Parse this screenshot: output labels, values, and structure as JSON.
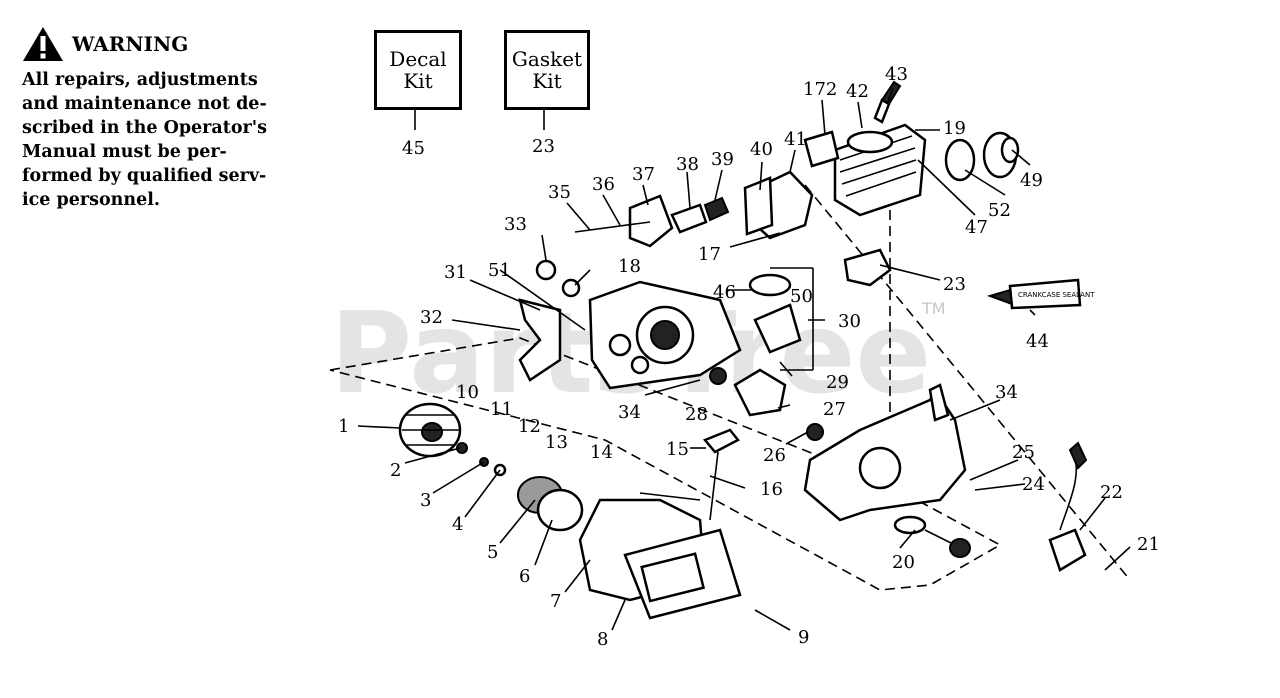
{
  "warning": {
    "title": "WARNING",
    "lines": [
      "All repairs, adjustments",
      "and maintenance not de-",
      "scribed in the Operator's",
      "Manual must be per-",
      "formed by qualified serv-",
      "ice personnel."
    ]
  },
  "kits": {
    "decal": {
      "line1": "Decal",
      "line2": "Kit",
      "number": "45"
    },
    "gasket": {
      "line1": "Gasket",
      "line2": "Kit",
      "number": "23"
    }
  },
  "watermark": {
    "text": "PartsTree",
    "tm": "TM"
  },
  "sealant_label": "CRANKCASE SEALANT",
  "callouts": {
    "c1": "1",
    "c2": "2",
    "c3": "3",
    "c4": "4",
    "c5": "5",
    "c6": "6",
    "c7": "7",
    "c8": "8",
    "c9": "9",
    "c10": "10",
    "c11": "11",
    "c12": "12",
    "c13": "13",
    "c14": "14",
    "c15": "15",
    "c16": "16",
    "c17": "17",
    "c18": "18",
    "c19": "19",
    "c20": "20",
    "c21": "21",
    "c22": "22",
    "c23": "23",
    "c24": "24",
    "c25": "25",
    "c26": "26",
    "c27": "27",
    "c28": "28",
    "c29": "29",
    "c30": "30",
    "c31": "31",
    "c32": "32",
    "c33": "33",
    "c34a": "34",
    "c34b": "34",
    "c35": "35",
    "c36": "36",
    "c37": "37",
    "c38": "38",
    "c39": "39",
    "c40": "40",
    "c41": "41",
    "c42": "42",
    "c43": "43",
    "c44": "44",
    "c46": "46",
    "c47": "47",
    "c49": "49",
    "c50": "50",
    "c51": "51",
    "c52": "52",
    "c172": "172"
  }
}
